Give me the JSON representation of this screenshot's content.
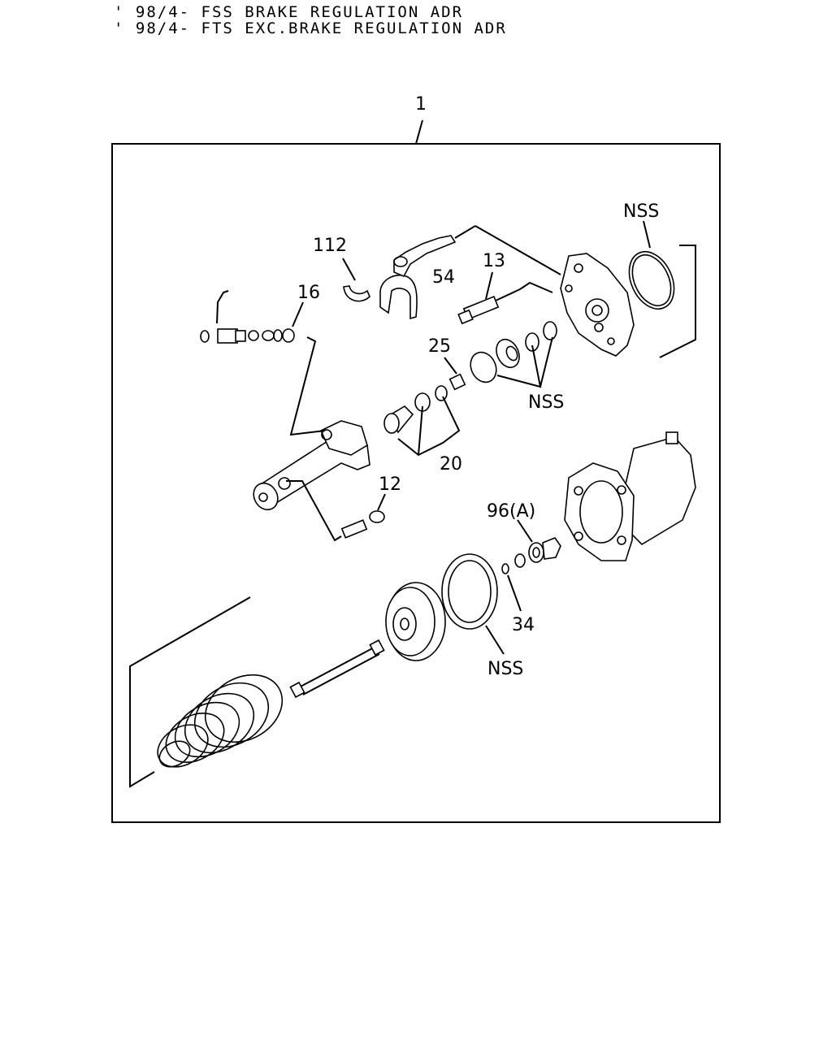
{
  "header": {
    "line1": "' 98/4- FSS BRAKE REGULATION ADR",
    "line2": "' 98/4- FTS EXC.BRAKE REGULATION ADR"
  },
  "callouts": {
    "assembly": "1",
    "c112": "112",
    "c54": "54",
    "c13": "13",
    "c16": "16",
    "c25": "25",
    "c20": "20",
    "c12": "12",
    "c96a": "96(A)",
    "c34": "34",
    "nss_top": "NSS",
    "nss_mid": "NSS",
    "nss_bottom": "NSS"
  }
}
